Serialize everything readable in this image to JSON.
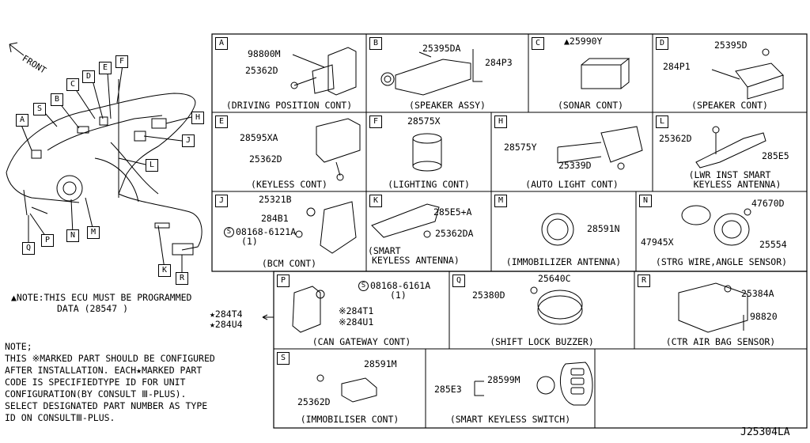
{
  "front_label": "FRONT",
  "overview_letters": [
    "A",
    "B",
    "C",
    "D",
    "E",
    "F",
    "H",
    "J",
    "L",
    "K",
    "N",
    "M",
    "P",
    "Q",
    "R",
    "S"
  ],
  "panels": [
    {
      "letter": "A",
      "caption": "(DRIVING POSITION CONT)",
      "parts": [
        "98800M",
        "25362D"
      ]
    },
    {
      "letter": "B",
      "caption": "(SPEAKER ASSY)",
      "parts": [
        "25395DA",
        "284P3"
      ]
    },
    {
      "letter": "C",
      "caption": "(SONAR CONT)",
      "parts": [
        "▲25990Y"
      ]
    },
    {
      "letter": "D",
      "caption": "(SPEAKER CONT)",
      "parts": [
        "25395D",
        "284P1"
      ]
    },
    {
      "letter": "E",
      "caption": "(KEYLESS CONT)",
      "parts": [
        "28595XA",
        "25362D"
      ]
    },
    {
      "letter": "F",
      "caption": "(LIGHTING CONT)",
      "parts": [
        "28575X"
      ]
    },
    {
      "letter": "H",
      "caption": "(AUTO LIGHT CONT)",
      "parts": [
        "28575Y",
        "25339D"
      ]
    },
    {
      "letter": "L",
      "caption": "(LWR INST SMART",
      "caption2": "KEYLESS ANTENNA)",
      "parts": [
        "25362D",
        "285E5"
      ]
    },
    {
      "letter": "J",
      "caption": "(BCM CONT)",
      "parts": [
        "25321B",
        "284B1",
        "08168-6121A",
        "(1)"
      ]
    },
    {
      "letter": "K",
      "caption": "(SMART",
      "caption2": "KEYLESS ANTENNA)",
      "parts": [
        "285E5+A",
        "25362DA"
      ]
    },
    {
      "letter": "M",
      "caption": "(IMMOBILIZER ANTENNA)",
      "parts": [
        "28591N"
      ]
    },
    {
      "letter": "N",
      "caption": "(STRG WIRE,ANGLE SENSOR)",
      "parts": [
        "47670D",
        "47945X",
        "25554"
      ]
    },
    {
      "letter": "P",
      "caption": "(CAN GATEWAY CONT)",
      "parts": [
        "08168-6161A",
        "(1)",
        "※284T1",
        "※284U1"
      ]
    },
    {
      "letter": "Q",
      "caption": "(SHIFT LOCK BUZZER)",
      "parts": [
        "25640C",
        "25380D"
      ]
    },
    {
      "letter": "R",
      "caption": "(CTR AIR BAG SENSOR)",
      "parts": [
        "25384A",
        "98820"
      ]
    },
    {
      "letter": "S",
      "caption": "(IMMOBILISER CONT)",
      "parts": [
        "28591M",
        "25362D"
      ]
    },
    {
      "letter": "",
      "caption": "(SMART KEYLESS SWITCH)",
      "parts": [
        "285E3",
        "28599M"
      ]
    }
  ],
  "ecu_note": {
    "line1": "▲NOTE:THIS ECU MUST BE PROGRAMMED",
    "line2": "DATA (28547 )"
  },
  "star_parts": [
    "★284T4",
    "★284U4"
  ],
  "note_lines": [
    "NOTE;",
    "THIS ※MARKED PART SHOULD BE CONFIGURED",
    "AFTER INSTALLATION. EACH★MARKED PART",
    "CODE IS SPECIFIEDTYPE ID FOR UNIT",
    "CONFIGURATION(BY CONSULT Ⅲ-PLUS).",
    "SELECT DESIGNATED PART NUMBER AS TYPE",
    "ID ON CONSULTⅢ-PLUS."
  ],
  "diagram_code": "J25304LA"
}
